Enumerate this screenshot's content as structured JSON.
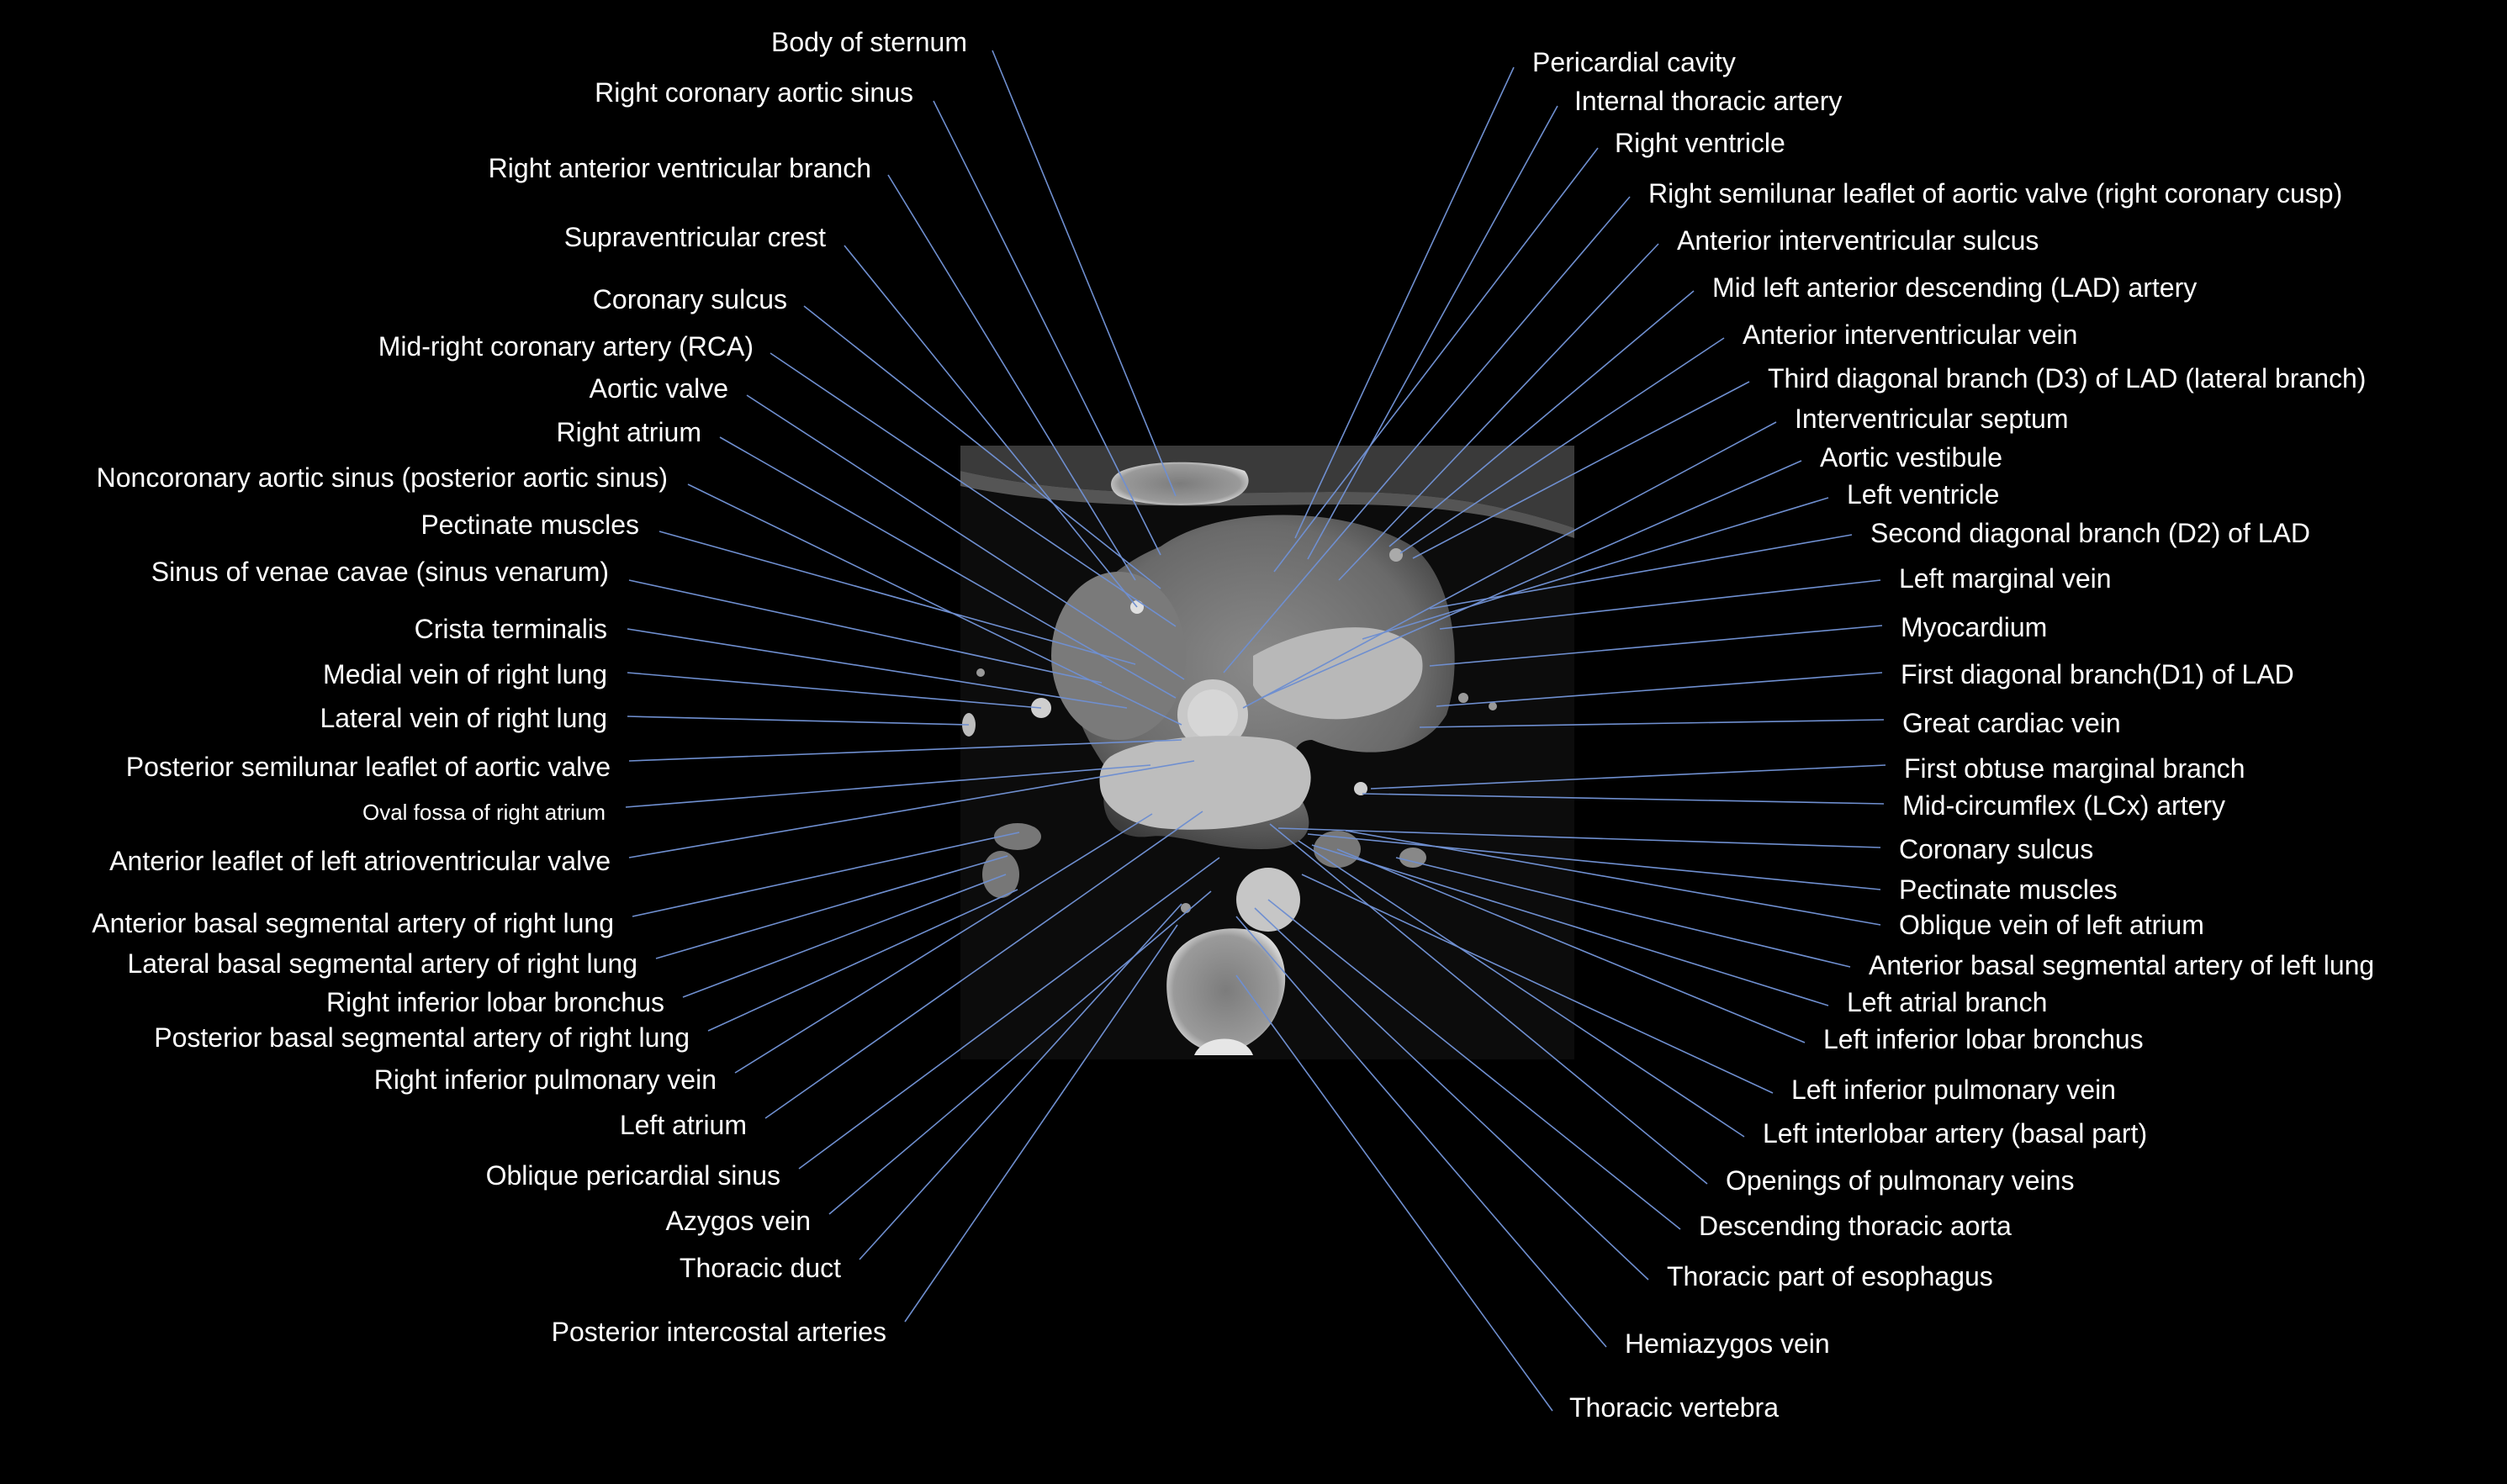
{
  "labels_left": [
    "Body of sternum",
    "Right coronary aortic sinus",
    "Right anterior ventricular branch",
    "Supraventricular crest",
    "Coronary sulcus",
    "Mid-right coronary artery (RCA)",
    "Aortic valve",
    "Right atrium",
    "Noncoronary aortic sinus (posterior aortic sinus)",
    "Pectinate muscles",
    "Sinus of venae cavae (sinus venarum)",
    "Crista terminalis",
    "Medial vein of right lung",
    "Lateral vein of right lung",
    "Posterior semilunar leaflet of aortic valve",
    "Oval fossa of right atrium",
    "Anterior leaflet of left atrioventricular valve",
    "Anterior basal segmental artery of right lung",
    "Lateral basal segmental artery of right lung",
    "Right inferior lobar bronchus",
    "Posterior basal segmental artery of right lung",
    "Right inferior pulmonary vein",
    "Left atrium",
    "Oblique pericardial sinus",
    "Azygos vein",
    "Thoracic duct",
    "Posterior intercostal arteries"
  ],
  "labels_right": [
    "Pericardial cavity",
    "Internal thoracic artery",
    "Right ventricle",
    "Right semilunar leaflet of aortic valve (right coronary cusp)",
    "Anterior interventricular sulcus",
    "Mid left anterior descending (LAD) artery",
    "Anterior interventricular vein",
    "Third diagonal branch (D3) of LAD (lateral branch)",
    "Interventricular septum",
    "Aortic vestibule",
    "Left ventricle",
    "Second diagonal branch (D2) of LAD",
    "Left marginal vein",
    "Myocardium",
    "First diagonal branch(D1) of LAD",
    "Great cardiac vein",
    "First obtuse marginal branch",
    "Mid-circumflex (LCx) artery",
    "Coronary sulcus",
    "Pectinate muscles",
    "Oblique vein of left atrium",
    "Anterior basal segmental artery of left lung",
    "Left atrial branch",
    "Left inferior lobar bronchus",
    "Left inferior pulmonary vein",
    "Left interlobar artery (basal part)",
    "Openings of pulmonary veins",
    "Descending thoracic aorta",
    "Thoracic part of esophagus",
    "Hemiazygos vein",
    "Thoracic vertebra"
  ]
}
